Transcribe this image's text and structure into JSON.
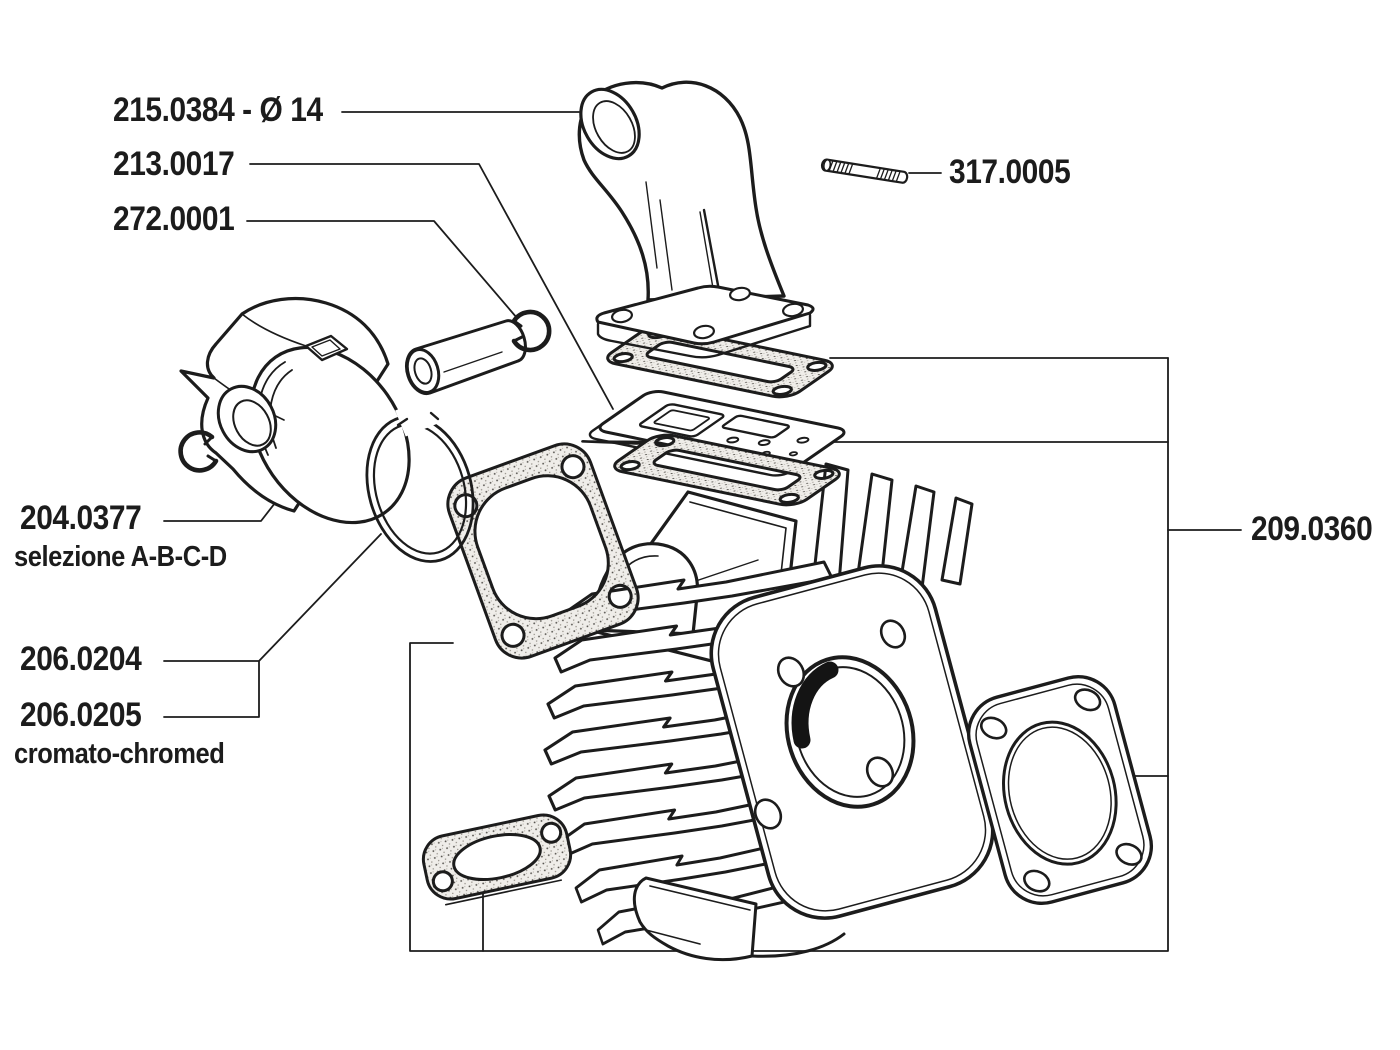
{
  "diagram": {
    "background_color": "#ffffff",
    "line_color": "#1c1c1c",
    "labels": {
      "intake_manifold": {
        "text": "215.0384 - Ø 14"
      },
      "reed_gasket_set": {
        "text": "213.0017"
      },
      "circlip": {
        "text": "272.0001"
      },
      "stud": {
        "text": "317.0005"
      },
      "piston": {
        "text": "204.0377",
        "subtext": "selezione A-B-C-D"
      },
      "piston_ring_a": {
        "text": "206.0204"
      },
      "piston_ring_b": {
        "text": "206.0205",
        "subtext": "cromato-chromed"
      },
      "cylinder_kit": {
        "text": "209.0360"
      }
    }
  }
}
